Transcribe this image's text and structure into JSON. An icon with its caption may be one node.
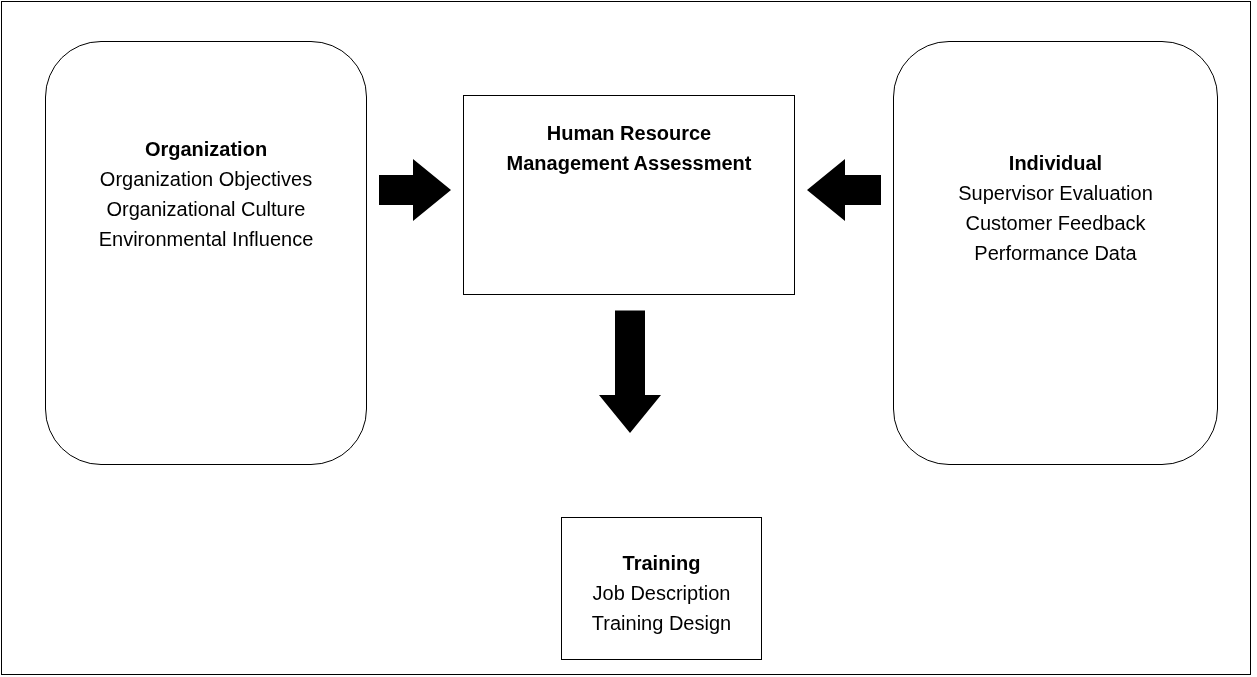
{
  "diagram": {
    "nodes": [
      {
        "text": [
          "Organization",
          "Organization Objectives",
          "Organizational Culture",
          "Environmental Influence"
        ]
      },
      {
        "text": [
          "Human Resource Management Assessment"
        ]
      },
      {
        "text": [
          "Individual",
          "Supervisor Evaluation",
          "Customer Feedback",
          "Performance Data"
        ]
      },
      {
        "text": [
          "Training",
          "Job Description",
          "Training Design"
        ]
      }
    ],
    "edges": [
      {
        "from": 0,
        "to": 1,
        "arrow": "to",
        "style": "thick"
      },
      {
        "from": 2,
        "to": 1,
        "arrow": "to",
        "style": "thick"
      },
      {
        "from": 1,
        "to": 3,
        "arrow": "to",
        "style": "thick"
      }
    ]
  }
}
